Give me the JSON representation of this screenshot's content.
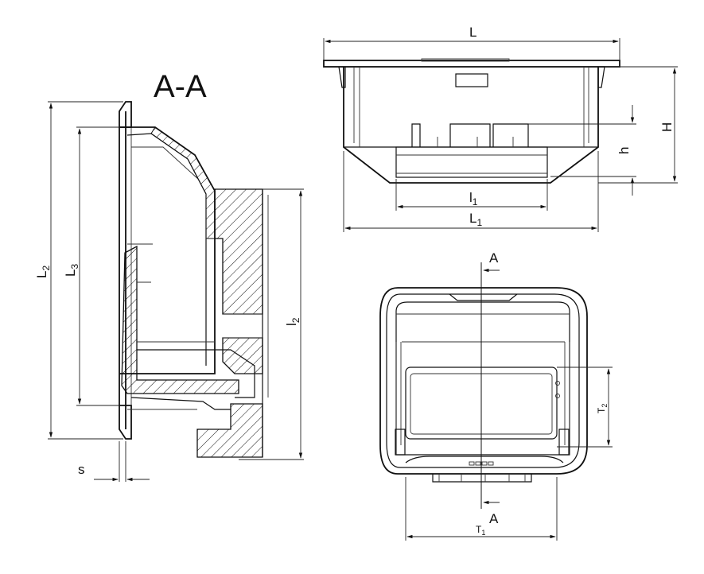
{
  "section_title": "A-A",
  "section_marks": {
    "top": "A",
    "bottom": "A"
  },
  "dimensions": {
    "L": "L",
    "L1": "L",
    "L1_sub": "1",
    "l1": "l",
    "l1_sub": "1",
    "H": "H",
    "h": "h",
    "L2": "L",
    "L2_sub": "2",
    "L3": "L",
    "L3_sub": "3",
    "l2": "l",
    "l2_sub": "2",
    "s": "s",
    "T1": "T",
    "T1_sub": "1",
    "T2": "T",
    "T2_sub": "2"
  }
}
